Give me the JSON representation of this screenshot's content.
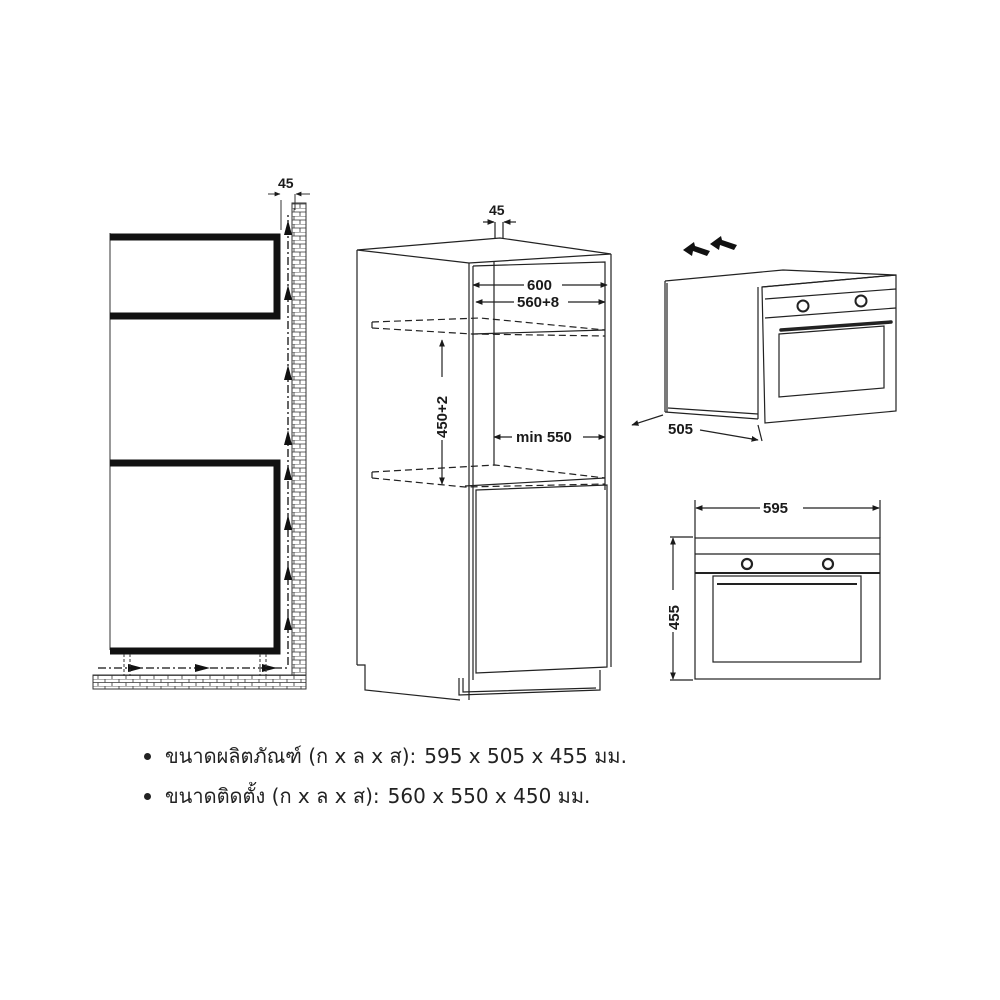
{
  "diagram": {
    "ventilation_section": {
      "gap_label": "45"
    },
    "cabinet_section": {
      "top_gap_label": "45",
      "width_label": "600",
      "niche_width_label": "560+8",
      "niche_height_label": "450+2",
      "depth_label": "min 550"
    },
    "oven_perspective": {
      "depth_label": "505"
    },
    "oven_front": {
      "width_label": "595",
      "height_label": "455"
    }
  },
  "specs": [
    {
      "label": "ขนาดผลิตภัณฑ์ (ก x ล x ส):",
      "value": "595 x 505 x 455 มม."
    },
    {
      "label": "ขนาดติดตั้ง (ก x ล x ส):",
      "value": "560 x 550 x 450 มม."
    }
  ],
  "colors": {
    "line": "#1a1a1a",
    "background": "#ffffff"
  }
}
